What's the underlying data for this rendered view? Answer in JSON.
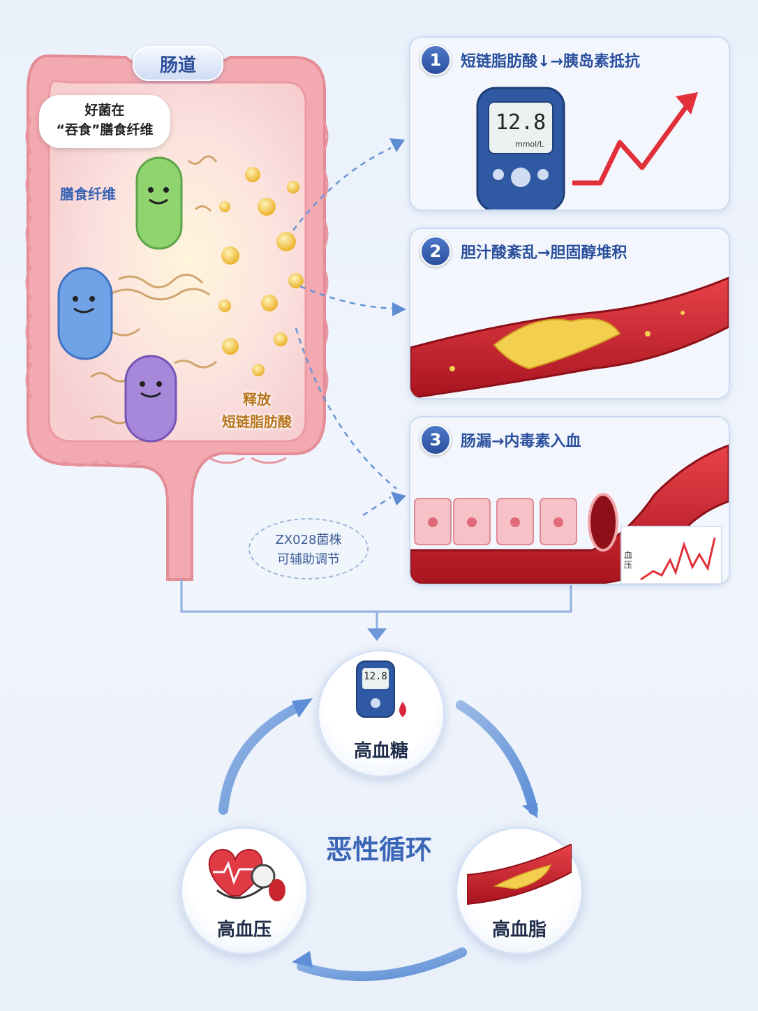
{
  "gut": {
    "tag": "肠道",
    "bubble_line1": "好菌在",
    "bubble_line2": "“吞食”膳食纤维",
    "fiber_label": "膳食纤维",
    "release_line1": "释放",
    "release_line2": "短链脂肪酸"
  },
  "cards": [
    {
      "number": "1",
      "title": "短链脂肪酸↓→胰岛素抵抗",
      "meter_reading": "12.8",
      "meter_unit": "mmol/L"
    },
    {
      "number": "2",
      "title": "胆汁酸紊乱→胆固醇堆积"
    },
    {
      "number": "3",
      "title": "肠漏→内毒素入血",
      "chart_label": "血压"
    }
  ],
  "note": {
    "line1": "ZX028菌株",
    "line2": "可辅助调节"
  },
  "cycle": {
    "center_label": "恶性循环",
    "top": {
      "label": "高血糖",
      "meter_reading": "12.8"
    },
    "left": {
      "label": "高血压"
    },
    "right": {
      "label": "高血脂"
    }
  },
  "colors": {
    "accent": "#2a4f9d",
    "gut": "#f3a7ad",
    "artery": "#c9252f",
    "plaque": "#f2cf4e",
    "trend": "#e2303a"
  }
}
